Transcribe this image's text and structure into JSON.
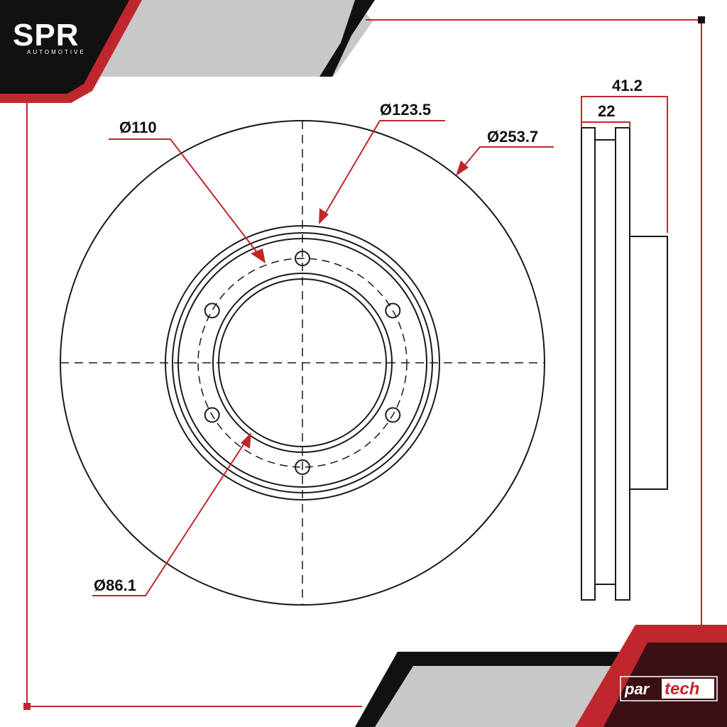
{
  "brand": {
    "logo_text": "SPR",
    "logo_subtitle": "AUTOMOTIVE",
    "partner_prefix": "par",
    "partner_suffix": "tech"
  },
  "dimensions": {
    "bolt_circle": "Ø110",
    "hat_diameter": "Ø123.5",
    "outer_diameter": "Ø253.7",
    "center_bore": "Ø86.1",
    "total_height": "41.2",
    "thickness": "22"
  },
  "colors": {
    "accent_red": "#c0272d",
    "dark": "#111111",
    "light_gray": "#c8c8c8",
    "line": "#1a1a1a"
  },
  "diagram": {
    "bolt_hole_count": 6
  }
}
